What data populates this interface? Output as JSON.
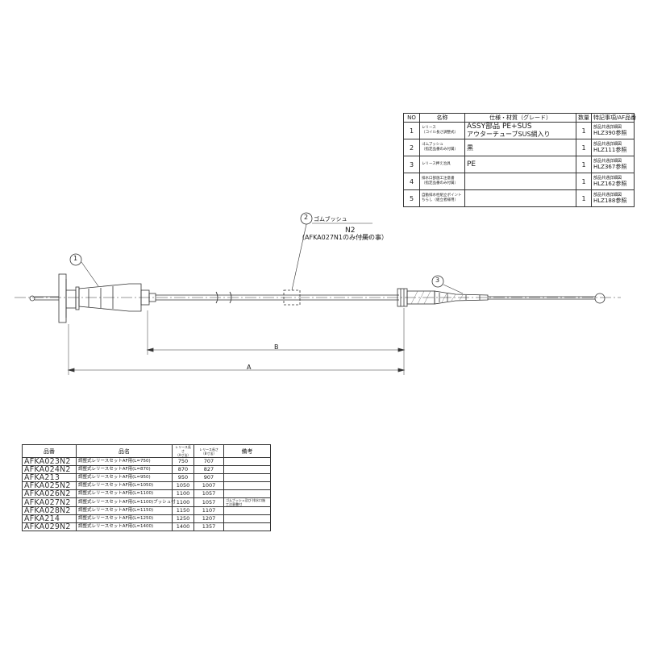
{
  "parts_table": {
    "headers": [
      "NO",
      "名称",
      "仕様・材質（グレード）",
      "数量",
      "特記事項/AF品番"
    ],
    "rows": [
      {
        "no": "1",
        "name": [
          "レリース",
          "（コイル長さ調整式）"
        ],
        "spec": [
          "ASSY部品 PE+SUS",
          "アウターチューブSUS網入り"
        ],
        "qty": "1",
        "note": [
          "部品共通詳細図",
          "HLZ390参照"
        ]
      },
      {
        "no": "2",
        "name": [
          "ゴムブッシュ",
          "（指定品番のみ付属）"
        ],
        "spec": [
          "黒"
        ],
        "qty": "1",
        "note": [
          "部品共通詳細図",
          "HLZ111参照"
        ]
      },
      {
        "no": "3",
        "name": [
          "レリース押え治具"
        ],
        "spec": [
          "PE"
        ],
        "qty": "1",
        "note": [
          "部品共通詳細図",
          "HLZ367参照"
        ]
      },
      {
        "no": "4",
        "name": [
          "排水口部施工注意書",
          "（指定品番のみ付属）"
        ],
        "spec": [],
        "qty": "1",
        "note": [
          "部品共通詳細図",
          "HLZ162参照"
        ]
      },
      {
        "no": "5",
        "name": [
          "自動排水栓組立ポイント",
          "ちらし（組立者様用）"
        ],
        "spec": [],
        "qty": "1",
        "note": [
          "部品共通詳細図",
          "HLZ188参照"
        ]
      }
    ]
  },
  "callouts": {
    "c1": "1",
    "c2": "2",
    "c2_label": "ゴムブッシュ",
    "c2_code": "N2",
    "c2_note": "（AFKA027N1のみ付属の事）",
    "c3": "3"
  },
  "dimensions": {
    "a": "A",
    "b": "B"
  },
  "models_table": {
    "headers": {
      "code": "品番",
      "name": "品名",
      "a": [
        "レリース長さ",
        "（A寸法）"
      ],
      "b": [
        "レリース長さ",
        "（B寸法）"
      ],
      "remarks": "備考"
    },
    "rows": [
      {
        "code": "AFKA023N2",
        "name": "調整式レリースセットAF用(L=750)",
        "a": "750",
        "b": "707",
        "remark": ""
      },
      {
        "code": "AFKA024N2",
        "name": "調整式レリースセットAF用(L=870)",
        "a": "870",
        "b": "827",
        "remark": ""
      },
      {
        "code": "AFKA213",
        "name": "調整式レリースセットAF用(L=950)",
        "a": "950",
        "b": "907",
        "remark": ""
      },
      {
        "code": "AFKA025N2",
        "name": "調整式レリースセットAF用(L=1050)",
        "a": "1050",
        "b": "1007",
        "remark": ""
      },
      {
        "code": "AFKA026N2",
        "name": "調整式レリースセットAF用(L=1100)",
        "a": "1100",
        "b": "1057",
        "remark": ""
      },
      {
        "code": "AFKA027N2",
        "name": "調整式レリースセットAF用(L=1100)ブッシュ付",
        "a": "1100",
        "b": "1057",
        "remark": "ゴムブッシュ及び 排水口施工注意書付"
      },
      {
        "code": "AFKA028N2",
        "name": "調整式レリースセットAF用(L=1150)",
        "a": "1150",
        "b": "1107",
        "remark": ""
      },
      {
        "code": "AFKA214",
        "name": "調整式レリースセットAF用(L=1250)",
        "a": "1250",
        "b": "1207",
        "remark": ""
      },
      {
        "code": "AFKA029N2",
        "name": "調整式レリースセットAF用(L=1400)",
        "a": "1400",
        "b": "1357",
        "remark": ""
      }
    ]
  }
}
